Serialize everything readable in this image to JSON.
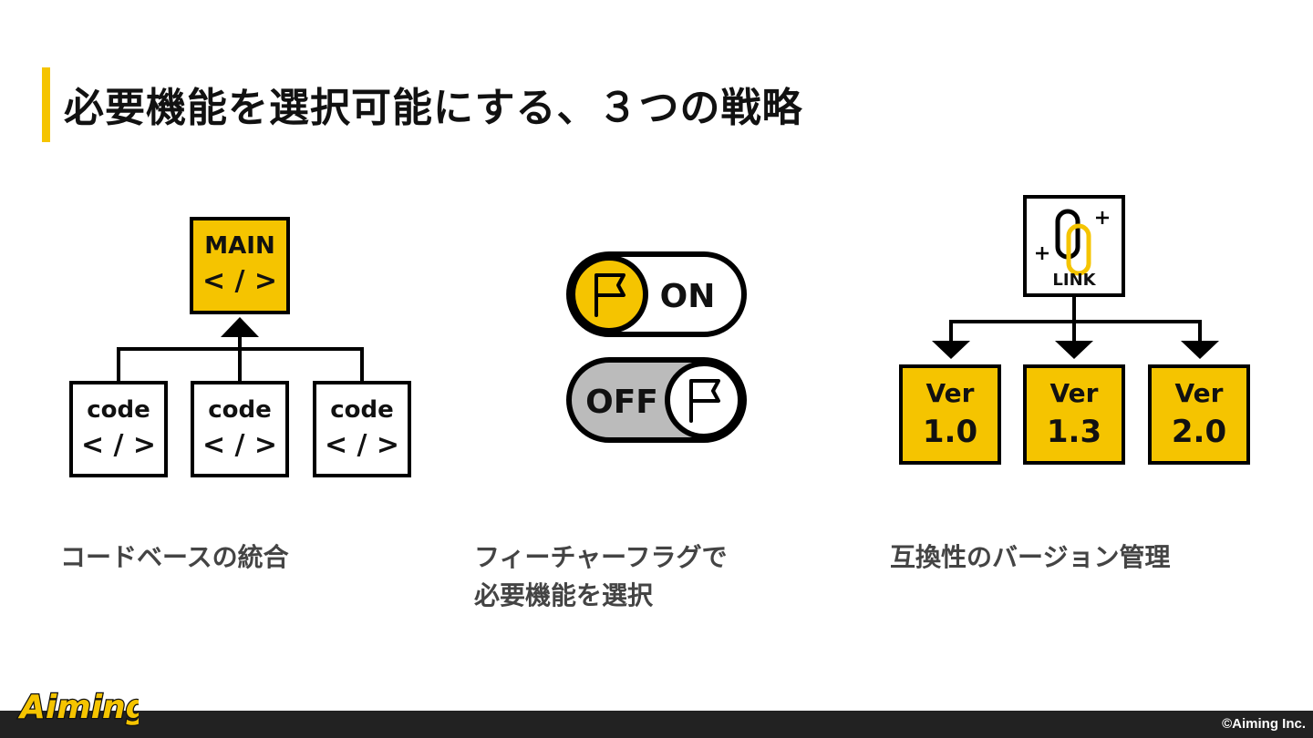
{
  "slide": {
    "title": "必要機能を選択可能にする、３つの戦略"
  },
  "codebase": {
    "main_label": "MAIN",
    "main_tag": "< / >",
    "code_boxes": [
      {
        "label": "code",
        "tag": "< / >"
      },
      {
        "label": "code",
        "tag": "< / >"
      },
      {
        "label": "code",
        "tag": "< / >"
      }
    ],
    "caption": "コードベースの統合"
  },
  "feature_flag": {
    "on_label": "ON",
    "off_label": "OFF",
    "caption_lines": [
      "フィーチャーフラグで",
      "必要機能を選択"
    ]
  },
  "versioning": {
    "link_label": "LINK",
    "versions": [
      {
        "prefix": "Ver",
        "number": "1.0"
      },
      {
        "prefix": "Ver",
        "number": "1.3"
      },
      {
        "prefix": "Ver",
        "number": "2.0"
      }
    ],
    "caption": "互換性のバージョン管理"
  },
  "footer": {
    "logo_text": "Aiming",
    "copyright": "©Aiming Inc."
  },
  "colors": {
    "accent": "#F5C400",
    "footer_bg": "#222222",
    "toggle_off_bg": "#BBBBBB"
  }
}
